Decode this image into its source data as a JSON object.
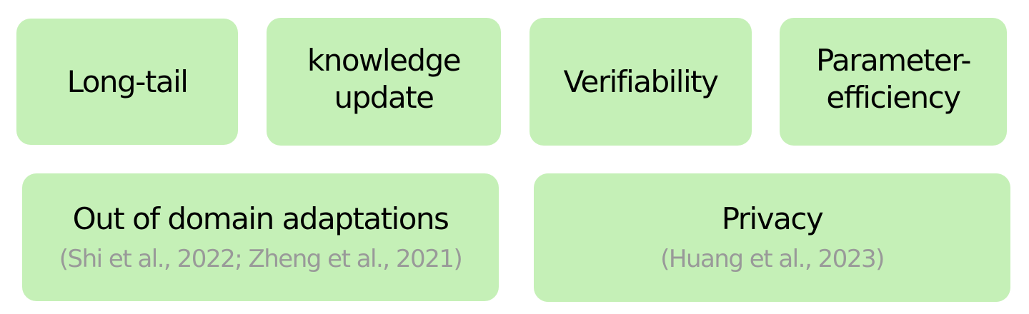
{
  "colors": {
    "box_fill": "#c5f0b7",
    "title_text": "#000000",
    "citation_text": "#999999",
    "background": "#ffffff"
  },
  "top_row": [
    {
      "title": "Long-tail"
    },
    {
      "title": "knowledge\nupdate"
    },
    {
      "title": "Verifiability"
    },
    {
      "title": "Parameter-\nefficiency"
    }
  ],
  "bottom_row": [
    {
      "title": "Out of domain adaptations",
      "citation": "(Shi et al., 2022; Zheng et al., 2021)"
    },
    {
      "title": "Privacy",
      "citation": "(Huang et al., 2023)"
    }
  ]
}
